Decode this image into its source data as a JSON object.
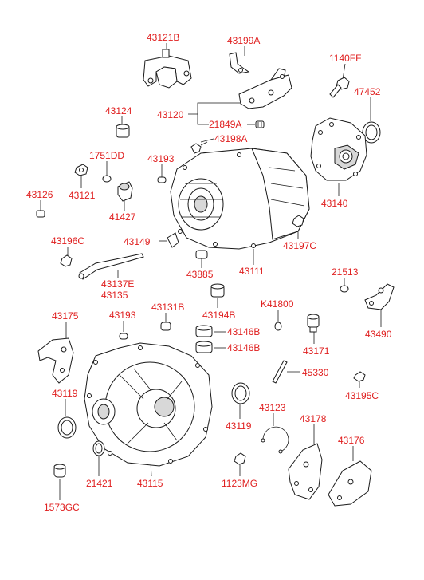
{
  "diagram": {
    "labels": {
      "p43121B": "43121B",
      "p43199A": "43199A",
      "p1140FF": "1140FF",
      "p43124": "43124",
      "p43120": "43120",
      "p21849A": "21849A",
      "p47452": "47452",
      "p1751DD": "1751DD",
      "p43193a": "43193",
      "p43198A": "43198A",
      "p43126": "43126",
      "p43121": "43121",
      "p41427": "41427",
      "p43140": "43140",
      "p43196C": "43196C",
      "p43149": "43149",
      "p43197C": "43197C",
      "p43137E": "43137E",
      "p43135": "43135",
      "p43885": "43885",
      "p43111": "43111",
      "p21513": "21513",
      "p43175": "43175",
      "p43193b": "43193",
      "p43131B": "43131B",
      "p43194B": "43194B",
      "pK41800": "K41800",
      "p43146Ba": "43146B",
      "p43146Bb": "43146B",
      "p43171": "43171",
      "p43490": "43490",
      "p45330": "45330",
      "p43195C": "43195C",
      "p43119a": "43119",
      "p43119b": "43119",
      "p43123": "43123",
      "p43178": "43178",
      "p43176": "43176",
      "p21421": "21421",
      "p43115": "43115",
      "p1123MG": "1123MG",
      "p1573GC": "1573GC"
    }
  }
}
